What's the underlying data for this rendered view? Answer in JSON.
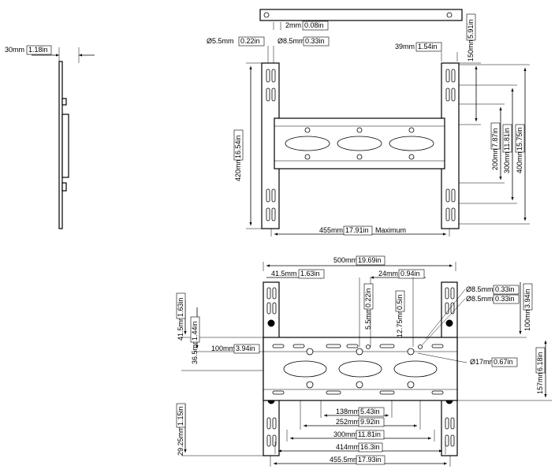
{
  "side_view": {
    "depth_label": "30mm",
    "depth_label_in": "1.18in"
  },
  "top_view": {
    "rail_offset": "2mm",
    "rail_offset_in": "0.08in",
    "hole_small": "Ø5.5mm",
    "hole_small_in": "0.22in",
    "hole_large": "Ø8.5mm",
    "hole_large_in": "0.33in",
    "upright_width": "39mm",
    "upright_width_in": "1.54in",
    "top_offset": "150mm",
    "top_offset_in": "5.91in",
    "height": "420mm",
    "height_in": "16.54in",
    "vesa_200": "200mm",
    "vesa_200_in": "7.87in",
    "vesa_300": "300mm",
    "vesa_300_in": "11.81in",
    "vesa_400": "400mm",
    "vesa_400_in": "15.75in",
    "max_width": "455mm",
    "max_width_in": "17.91in",
    "max_word": "Maximum"
  },
  "bottom_view": {
    "overall": "500mm",
    "overall_in": "19.69in",
    "left_inset": "41.5mm",
    "left_inset_in": "1.63in",
    "right_inset": "24mm",
    "right_inset_in": "0.94in",
    "slot_a": "5.5mm",
    "slot_a_in": "0.22in",
    "slot_b": "12.75mm",
    "slot_b_in": "0.5in",
    "hole_a": "Ø8.5mm",
    "hole_a_in": "0.33in",
    "hole_b": "Ø8.5mm",
    "hole_b_in": "0.33in",
    "right_100": "100mm",
    "right_100_in": "3.94in",
    "left_41": "41.5mm",
    "left_41_in": "1.63in",
    "left_36": "36.5mm",
    "left_36_in": "1.44in",
    "left_100": "100mm",
    "left_100_in": "3.94in",
    "big_hole": "Ø17mm",
    "big_hole_in": "0.67in",
    "right_157": "157mm",
    "right_157_in": "6.18in",
    "left_29": "29.25mm",
    "left_29_in": "1.15in",
    "w_138": "138mm",
    "w_138_in": "5.43in",
    "w_252": "252mm",
    "w_252_in": "9.92in",
    "w_300": "300mm",
    "w_300_in": "11.81in",
    "w_414": "414mm",
    "w_414_in": "16.3in",
    "w_455": "455.5mm",
    "w_455_in": "17.93in"
  }
}
